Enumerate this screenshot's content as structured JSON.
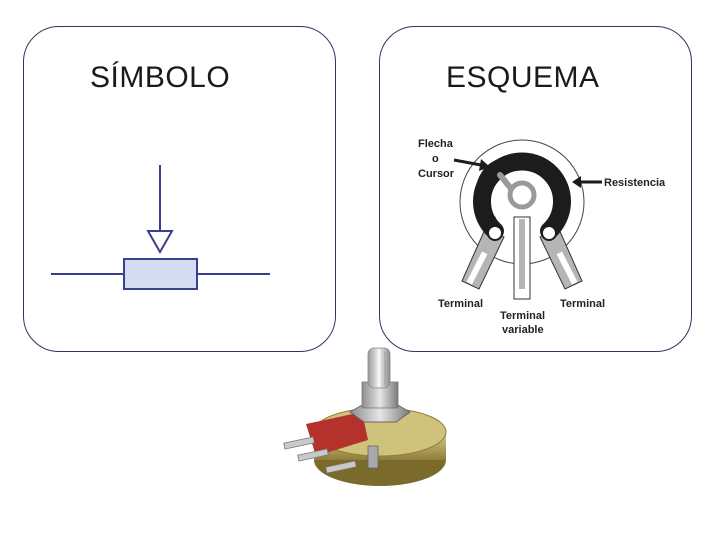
{
  "panels": {
    "symbol": {
      "title": "SÍMBOLO"
    },
    "scheme": {
      "title": "ESQUEMA",
      "labels": {
        "arrow_line1": "Flecha",
        "arrow_line2": "o",
        "arrow_line3": "Cursor",
        "resistance": "Resistencia",
        "terminal_left": "Terminal",
        "terminal_right": "Terminal",
        "terminal_var_line1": "Terminal",
        "terminal_var_line2": "variable"
      }
    }
  },
  "colors": {
    "panel_border": "#2b3a5c",
    "symbol_stroke": "#3b3f8f",
    "symbol_fill": "#d4dcf0",
    "track": "#1c1c1c",
    "terminal_fill": "#b5b5b5"
  },
  "photo": {
    "icon": "potentiometer-photo"
  }
}
